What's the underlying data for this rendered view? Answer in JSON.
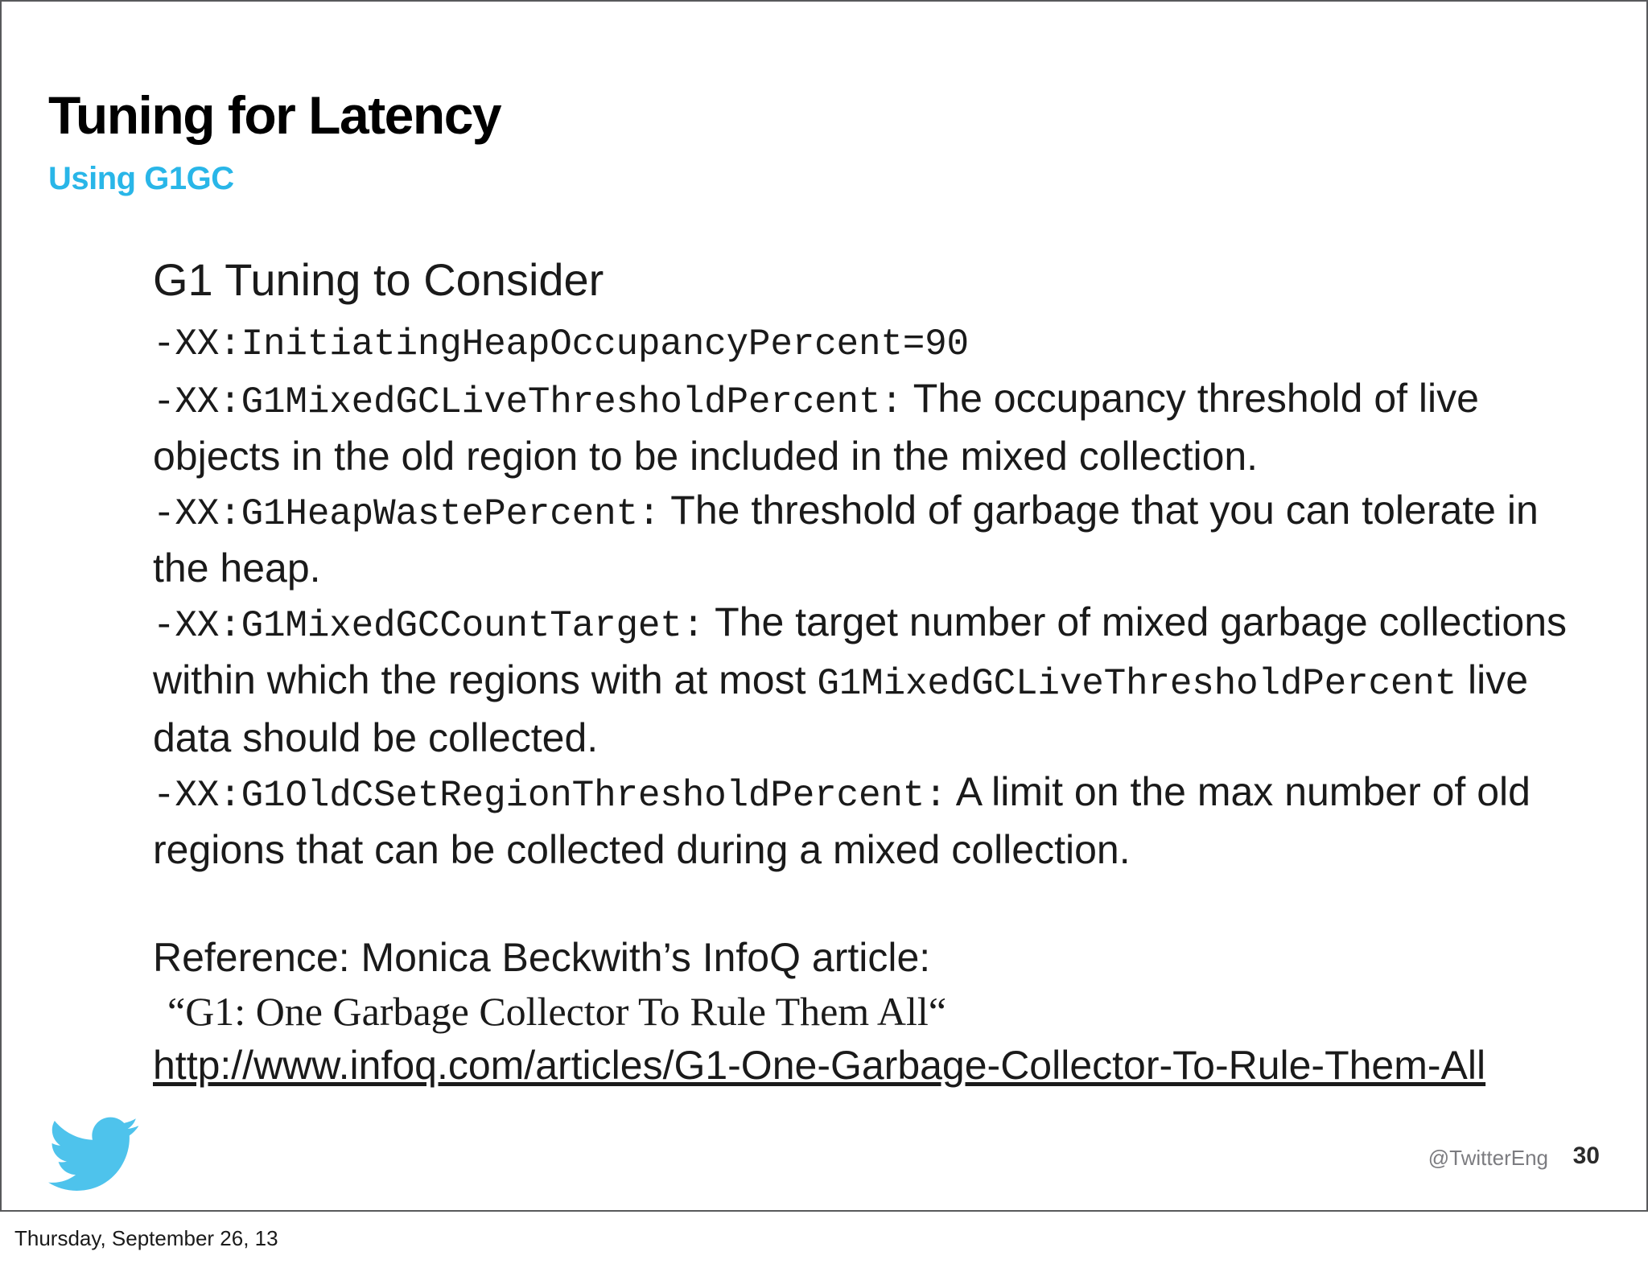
{
  "slide": {
    "title": "Tuning for Latency",
    "subtitle": "Using G1GC",
    "accent_color": "#29b6e8",
    "body": {
      "heading": "G1 Tuning to Consider",
      "flags": [
        {
          "id": "initiating-heap-occupancy-percent",
          "code": "-XX:InitiatingHeapOccupancyPercent=90",
          "description": ""
        },
        {
          "id": "g1-mixed-gc-live-threshold-percent",
          "code": "-XX:G1MixedGCLiveThresholdPercent:",
          "description": " The occupancy threshold of live objects in the old region to be included in the mixed collection."
        },
        {
          "id": "g1-heap-waste-percent",
          "code": "-XX:G1HeapWastePercent:",
          "description": "  The threshold of garbage that you can tolerate in the heap."
        },
        {
          "id": "g1-mixed-gc-count-target",
          "code": "-XX:G1MixedGCCountTarget:",
          "description_before": "  The target number of mixed garbage collections within which the regions with at most ",
          "code_inline": "G1MixedGCLiveThresholdPercent",
          "description_after": " live data should be collected."
        },
        {
          "id": "g1-old-cset-region-threshold-percent",
          "code": "-XX:G1OldCSetRegionThresholdPercent:",
          "description": "  A limit on the max number of old regions that can be collected during a mixed collection."
        }
      ],
      "reference": {
        "label": "Reference: Monica Beckwith’s InfoQ article:",
        "article_title": "“G1: One Garbage Collector To Rule Them All“",
        "url": "http://www.infoq.com/articles/G1-One-Garbage-Collector-To-Rule-Them-All"
      }
    },
    "footer": {
      "logo": "twitter-bird-icon",
      "handle": "@TwitterEng",
      "page_number": "30"
    }
  },
  "date_bar": {
    "date": "Thursday, September 26, 13"
  }
}
